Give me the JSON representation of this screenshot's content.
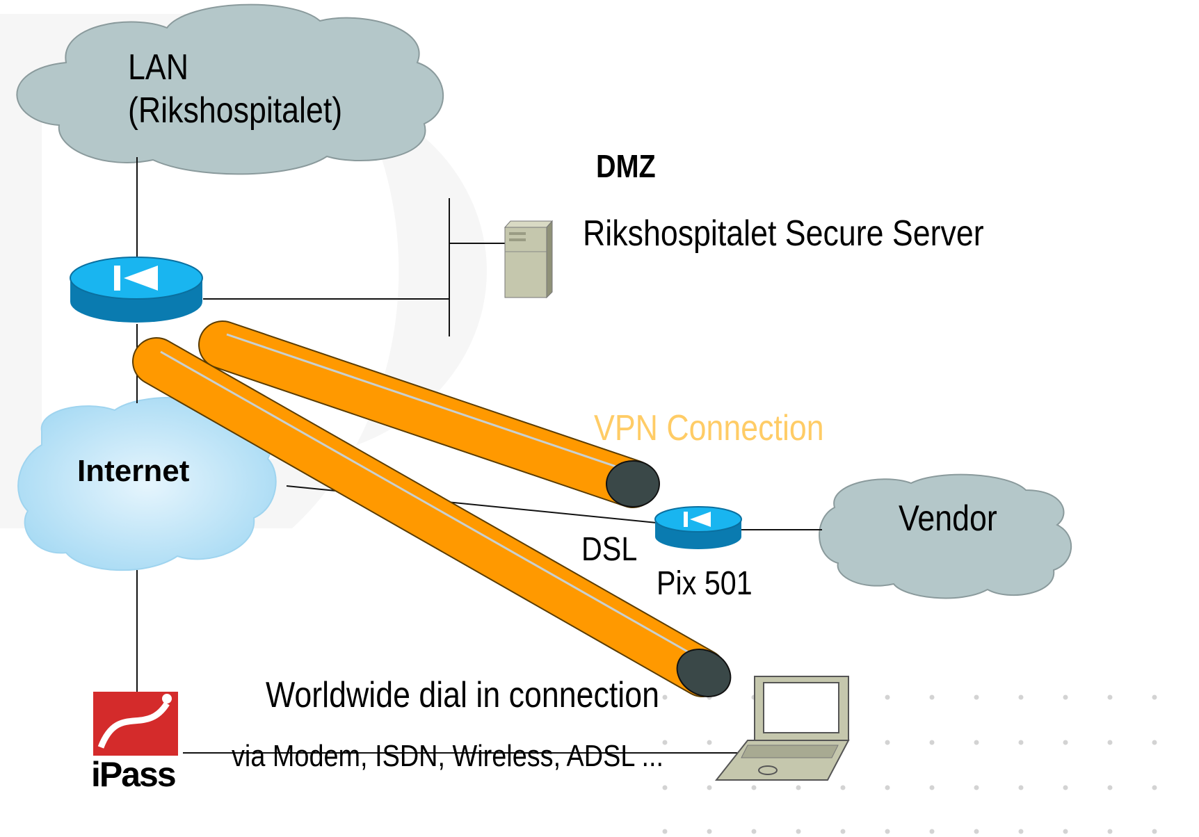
{
  "labels": {
    "lan_line1": "LAN",
    "lan_line2": "(Rikshospitalet)",
    "dmz": "DMZ",
    "secure_server": "Rikshospitalet Secure Server",
    "vpn_connection": "VPN Connection",
    "internet": "Internet",
    "vendor": "Vendor",
    "dsl": "DSL",
    "pix": "Pix 501",
    "worldwide": "Worldwide dial in connection",
    "via": "via Modem, ISDN, Wireless, ADSL ...",
    "ipass": "iPass"
  },
  "colors": {
    "lan_cloud": "#b4c7c9",
    "vendor_cloud": "#b4c7c9",
    "internet_cloud": "#c2e4f6",
    "tunnel": "#ff9900",
    "vpn_text": "#ffcc66",
    "router_top": "#19b5f0",
    "router_side": "#0a7bb0",
    "ipass_red": "#d42b2b",
    "tunnel_end": "#3a4848"
  },
  "icons": {
    "router": "router-icon",
    "firewall": "pix-firewall-icon",
    "server": "server-tower-icon",
    "laptop": "laptop-icon",
    "ipass": "ipass-logo-icon"
  }
}
